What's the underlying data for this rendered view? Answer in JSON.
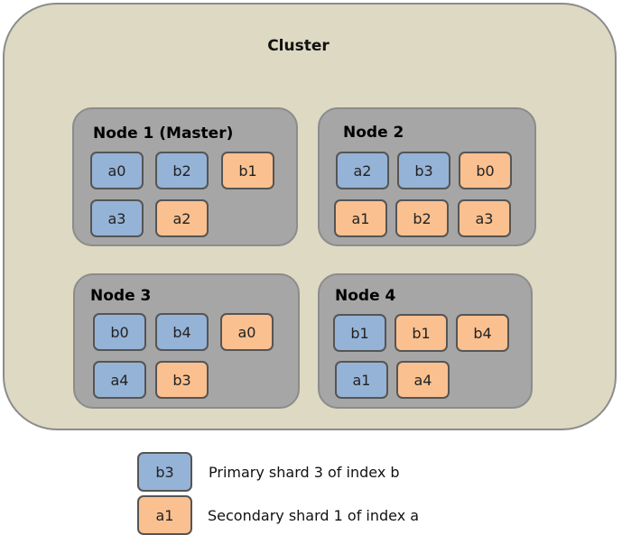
{
  "cluster": {
    "title": "Cluster"
  },
  "colors": {
    "primary": "#95b3d7",
    "secondary": "#fac090",
    "node": "#a6a6a6",
    "cluster": "#ddd9c3"
  },
  "nodes": [
    {
      "title": "Node 1 (Master)",
      "shards": [
        {
          "label": "a0",
          "type": "primary"
        },
        {
          "label": "b2",
          "type": "primary"
        },
        {
          "label": "b1",
          "type": "secondary"
        },
        {
          "label": "a3",
          "type": "primary"
        },
        {
          "label": "a2",
          "type": "secondary"
        }
      ]
    },
    {
      "title": "Node 2",
      "shards": [
        {
          "label": "a2",
          "type": "primary"
        },
        {
          "label": "b3",
          "type": "primary"
        },
        {
          "label": "b0",
          "type": "secondary"
        },
        {
          "label": "a1",
          "type": "secondary"
        },
        {
          "label": "b2",
          "type": "secondary"
        },
        {
          "label": "a3",
          "type": "secondary"
        }
      ]
    },
    {
      "title": "Node 3",
      "shards": [
        {
          "label": "b0",
          "type": "primary"
        },
        {
          "label": "b4",
          "type": "primary"
        },
        {
          "label": "a0",
          "type": "secondary"
        },
        {
          "label": "a4",
          "type": "primary"
        },
        {
          "label": "b3",
          "type": "secondary"
        }
      ]
    },
    {
      "title": "Node 4",
      "shards": [
        {
          "label": "b1",
          "type": "primary"
        },
        {
          "label": "b1",
          "type": "secondary"
        },
        {
          "label": "b4",
          "type": "secondary"
        },
        {
          "label": "a1",
          "type": "primary"
        },
        {
          "label": "a4",
          "type": "secondary"
        }
      ]
    }
  ],
  "legend": [
    {
      "shard": "b3",
      "type": "primary",
      "label": "Primary shard 3 of index b"
    },
    {
      "shard": "a1",
      "type": "secondary",
      "label": "Secondary shard 1 of index a"
    }
  ]
}
